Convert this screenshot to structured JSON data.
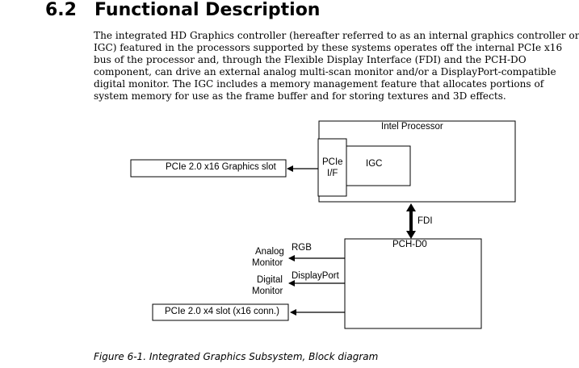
{
  "section": {
    "number": "6.2",
    "title": "Functional Description"
  },
  "paragraph_lines": [
    "The integrated HD Graphics controller (hereafter referred to as an internal graphics controller or",
    "IGC) featured in the processors supported by these systems operates off the internal PCIe x16",
    "bus of the processor and, through the Flexible Display Interface (FDI) and the PCH-DO",
    "component, can drive an external analog multi-scan monitor and/or a DisplayPort-compatible",
    "digital monitor. The IGC includes a memory management feature that allocates portions of",
    "system memory for use as the frame buffer and for storing textures and 3D effects."
  ],
  "diagram": {
    "processor_label": "Intel Processor",
    "pcie_if_line1": "PCIe",
    "pcie_if_line2": "I/F",
    "igc_label": "IGC",
    "graphics_slot_label": "PCIe 2.0 x16 Graphics slot",
    "fdi_label": "FDI",
    "pch_label": "PCH-D0",
    "analog_line1": "Analog",
    "analog_line2": "Monitor",
    "rgb_label": "RGB",
    "digital_line1": "Digital",
    "digital_line2": "Monitor",
    "displayport_label": "DisplayPort",
    "x4_slot_label": "PCIe 2.0 x4 slot (x16 conn.)"
  },
  "caption": "Figure 6-1. Integrated Graphics Subsystem, Block diagram"
}
